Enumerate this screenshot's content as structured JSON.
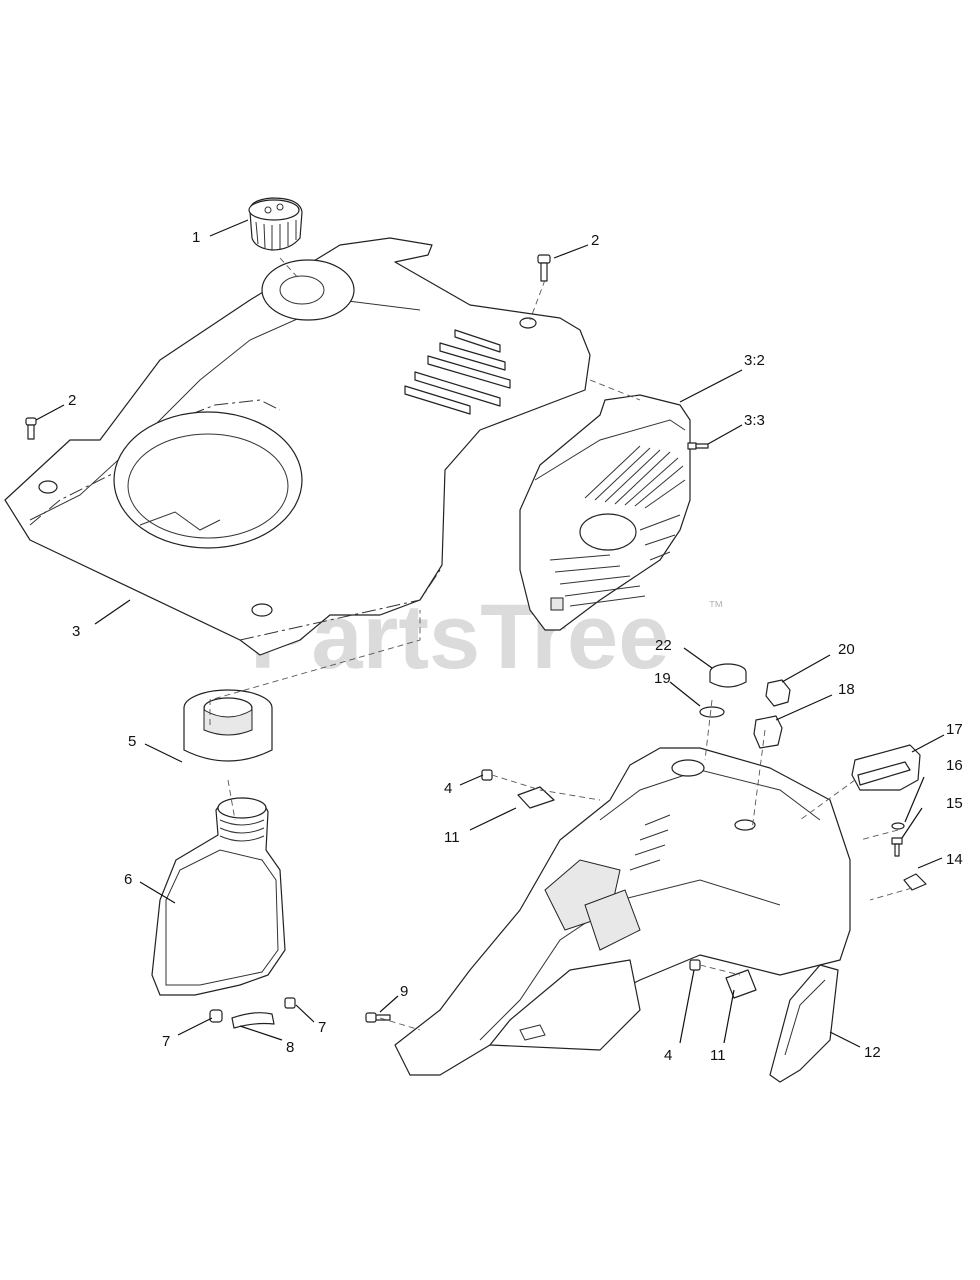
{
  "watermark": {
    "brand": "PartsTree",
    "trademark": "™"
  },
  "callouts": {
    "c1": "1",
    "c2a": "2",
    "c2b": "2",
    "c3": "3",
    "c3_2": "3:2",
    "c3_3": "3:3",
    "c4a": "4",
    "c4b": "4",
    "c5": "5",
    "c6": "6",
    "c7a": "7",
    "c7b": "7",
    "c8": "8",
    "c9": "9",
    "c11a": "11",
    "c11b": "11",
    "c12": "12",
    "c14": "14",
    "c15": "15",
    "c16": "16",
    "c17": "17",
    "c18": "18",
    "c19": "19",
    "c20": "20",
    "c22": "22"
  }
}
